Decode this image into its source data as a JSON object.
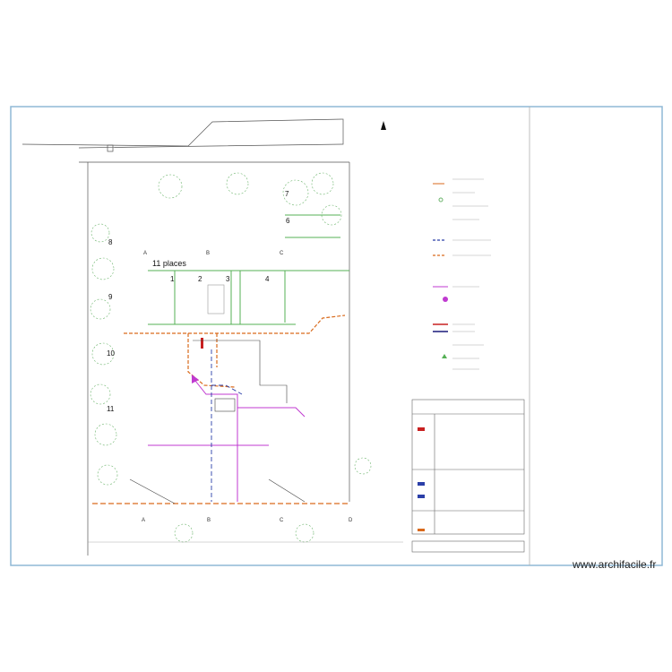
{
  "plan": {
    "parking_label": "11 places",
    "stall_numbers": [
      "1",
      "2",
      "3",
      "4"
    ],
    "left_markers": [
      "8",
      "9",
      "10",
      "11"
    ],
    "right_markers": [
      "7",
      "6"
    ],
    "grid_letters_bottom": [
      "A",
      "B",
      "C",
      "D"
    ],
    "grid_letters_top": [
      "A",
      "B",
      "C"
    ]
  },
  "legend": {
    "title": "",
    "colors": {
      "green": "#55b055",
      "orange": "#d96a1c",
      "blue": "#2b3fa8",
      "magenta": "#c03ad0",
      "red": "#c82020",
      "navy": "#1a1a7a",
      "frame": "#8fb8d6"
    }
  },
  "title_block": {
    "header": "",
    "rows": []
  },
  "watermark": "www.archifacile.fr"
}
